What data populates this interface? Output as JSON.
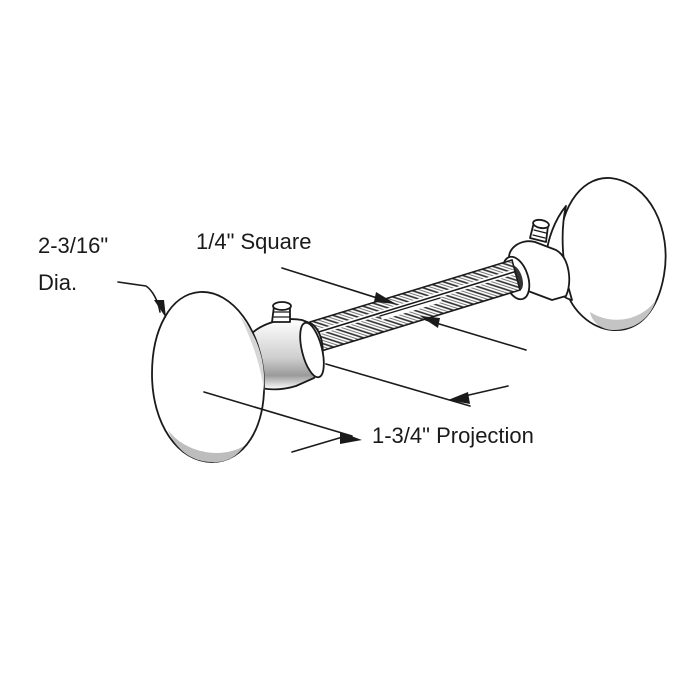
{
  "labels": {
    "diameter_line1": "2-3/16\"",
    "diameter_line2": "Dia.",
    "square": "1/4\" Square",
    "projection": "1-3/4\" Projection"
  },
  "colors": {
    "ink": "#1a1a1a",
    "knob_fill": "#ffffff",
    "shadow": "#b9b9b9",
    "thread": "#2a2a2a"
  }
}
